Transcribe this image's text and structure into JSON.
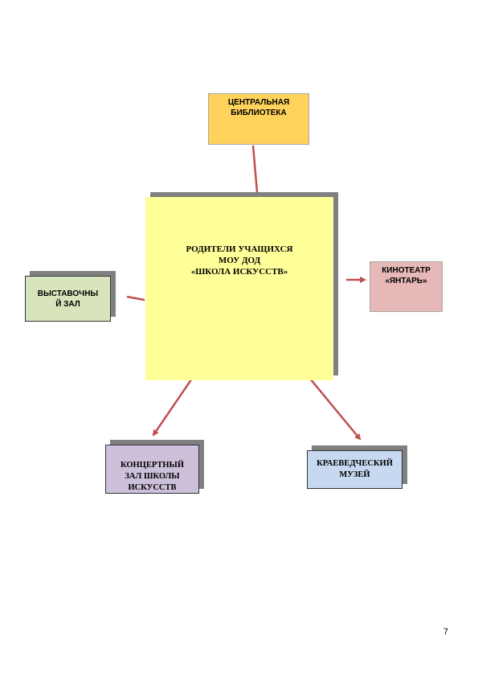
{
  "diagram": {
    "center": {
      "label": "РОДИТЕЛИ УЧАЩИХСЯ\nМОУ ДОД\n«ШКОЛА ИСКУССТВ»",
      "color": "#ffff99"
    },
    "nodes": {
      "library": {
        "label": "ЦЕНТРАЛЬНАЯ\nБИБЛИОТЕКА",
        "color": "#ffd35b"
      },
      "cinema": {
        "label": "КИНОТЕАТР\n«ЯНТАРЬ»",
        "color": "#e6b8b7"
      },
      "exhibition_hall": {
        "label": "ВЫСТАВОЧНЫ\nЙ ЗАЛ",
        "color": "#d7e4bc"
      },
      "concert_hall": {
        "label": "КОНЦЕРТНЫЙ\nЗАЛ ШКОЛЫ\nИСКУССТВ",
        "color": "#ccc0da"
      },
      "museum": {
        "label": "КРАЕВЕДЧЕСКИЙ\nМУЗЕЙ",
        "color": "#c6d9f1"
      }
    },
    "connector_color": "#c0504d",
    "shadow_color": "#808080"
  },
  "page": {
    "number": "7"
  }
}
